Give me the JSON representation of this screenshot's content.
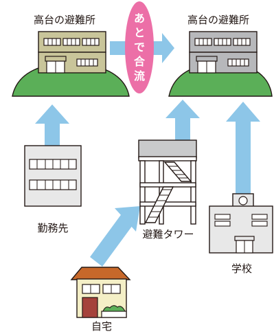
{
  "labels": {
    "left_shelter": "高台の避難所",
    "right_shelter": "高台の避難所",
    "merge_tag": [
      "あ",
      "と",
      "で",
      "合",
      "流"
    ],
    "workplace": "勤務先",
    "tower": "避難タワー",
    "school": "学校",
    "home": "自宅"
  },
  "colors": {
    "arrow": "#8DC6E8",
    "hill": "#5BAF58",
    "merge_tag": "#EC6FA7",
    "left_shelter": "#C9C59A",
    "right_shelter": "#B7B8BB",
    "home": "#F4EFC6",
    "roof": "#C7682A",
    "door": "#A5423B",
    "building": "#E8E8E8",
    "outline": "#231815"
  }
}
